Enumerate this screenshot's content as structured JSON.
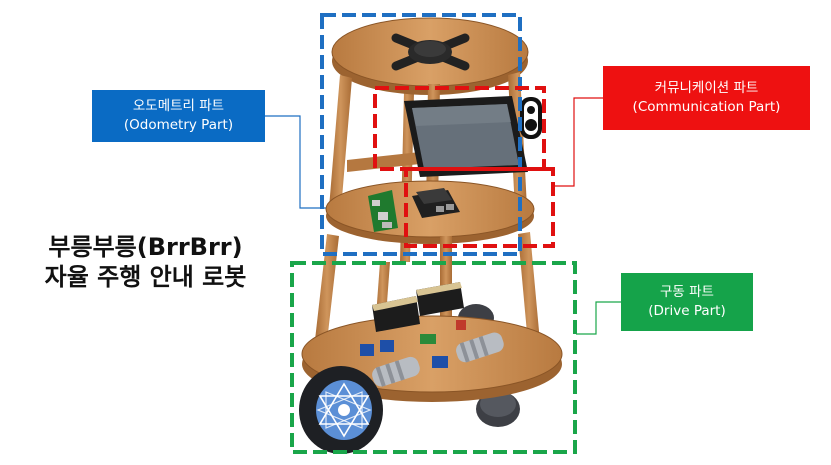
{
  "title": {
    "line1": "부릉부릉(BrrBrr)",
    "line2": "자율 주행 안내 로봇"
  },
  "callouts": {
    "odometry": {
      "ko": "오도메트리 파트",
      "en": "(Odometry Part)",
      "color": "#0a6bc4"
    },
    "communication": {
      "ko": "커뮤니케이션 파트",
      "en": "(Communication Part)",
      "color": "#ee1111"
    },
    "drive": {
      "ko": "구동 파트",
      "en": "(Drive Part)",
      "color": "#15a34a"
    }
  },
  "colors": {
    "wood": "#c98a4b",
    "wood_dark": "#9c6330",
    "odometry_box": "#1f6fc2",
    "communication_box": "#e01010",
    "drive_box": "#1aa64a"
  }
}
